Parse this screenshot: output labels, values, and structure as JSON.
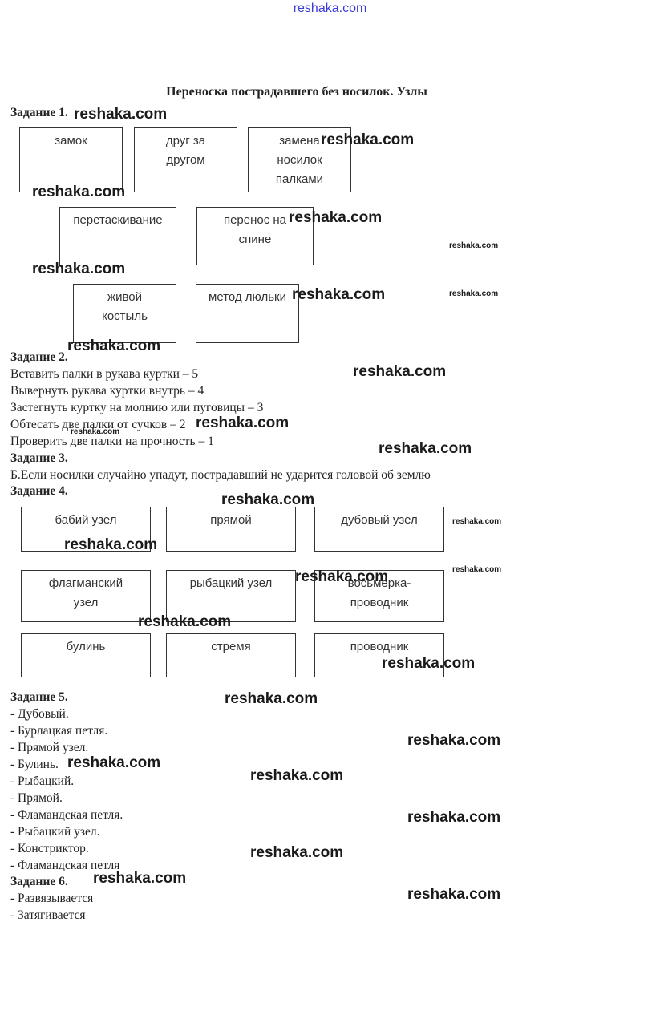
{
  "header": {
    "site": "reshaka.com"
  },
  "title": "Переноска пострадавшего без носилок. Узлы",
  "task1": {
    "heading": "Задание 1.",
    "boxes": [
      "замок",
      "друг за другом",
      "замена носилок палками",
      "перетаскивание",
      "перенос на спине",
      "живой костыль",
      "метод люльки"
    ]
  },
  "task2": {
    "heading": "Задание 2.",
    "lines": [
      "Вставить палки в рукава куртки – 5",
      "Вывернуть рукава куртки внутрь – 4",
      "Застегнуть куртку на молнию или пуговицы – 3",
      "Обтесать две палки от сучков – 2",
      "Проверить две палки на прочность – 1"
    ]
  },
  "task3": {
    "heading": "Задание 3.",
    "text": "Б.Если носилки случайно упадут, пострадавший не ударится головой об землю"
  },
  "task4": {
    "heading": "Задание 4.",
    "boxes": [
      "бабий узел",
      "прямой",
      "дубовый узел",
      "флагманский узел",
      "рыбацкий узел",
      "восьмерка-проводник",
      "булинь",
      "стремя",
      "проводник"
    ]
  },
  "task5": {
    "heading": "Задание 5.",
    "lines": [
      "- Дубовый.",
      "- Бурлацкая петля.",
      "- Прямой узел.",
      "- Булинь.",
      "- Рыбацкий.",
      "- Прямой.",
      "- Фламандская петля.",
      "- Рыбацкий узел.",
      "- Констриктор.",
      "- Фламандская петля"
    ]
  },
  "task6": {
    "heading": "Задание 6.",
    "lines": [
      "- Развязывается",
      "- Затягивается"
    ]
  },
  "watermark": {
    "text": "reshaka.com"
  }
}
